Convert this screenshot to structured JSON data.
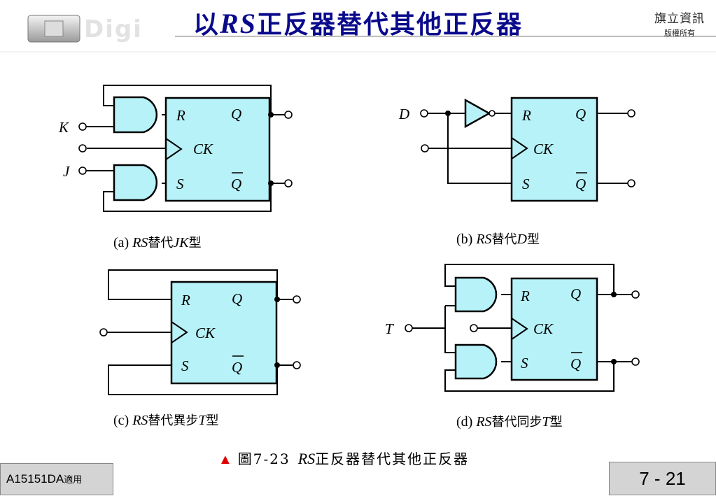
{
  "header": {
    "title_prefix": "以",
    "title_rs": "RS",
    "title_suffix": "正反器替代其他正反器",
    "brand_watermark": "Digi",
    "publisher": "旗立資訊",
    "copyright": "版權所有"
  },
  "pin_labels": {
    "R": "R",
    "S": "S",
    "Q": "Q",
    "Qbar": "Q",
    "CK": "CK",
    "K": "K",
    "J": "J",
    "D": "D",
    "T": "T"
  },
  "captions": {
    "a": {
      "prefix": "(a) ",
      "rs": "RS",
      "mid": "替代",
      "type": "JK",
      "suffix": "型"
    },
    "b": {
      "prefix": "(b) ",
      "rs": "RS",
      "mid": "替代",
      "type": "D",
      "suffix": "型"
    },
    "c": {
      "prefix": "(c) ",
      "rs": "RS",
      "mid": "替代異步",
      "type": "T",
      "suffix": "型"
    },
    "d": {
      "prefix": "(d) ",
      "rs": "RS",
      "mid": "替代同步",
      "type": "T",
      "suffix": "型"
    }
  },
  "figure_caption": {
    "marker": "▲",
    "number": "圖7-23",
    "rs": "RS",
    "text": "正反器替代其他正反器"
  },
  "footer": {
    "course_code": "A15151DA",
    "course_suffix": "適用",
    "page": "7 - 21"
  },
  "colors": {
    "title": "#0a0a8c",
    "block_fill": "#b6f2f8",
    "gate_fill": "#b6f2f8",
    "marker": "#e00000",
    "footer_bg": "#d4d4d4"
  }
}
